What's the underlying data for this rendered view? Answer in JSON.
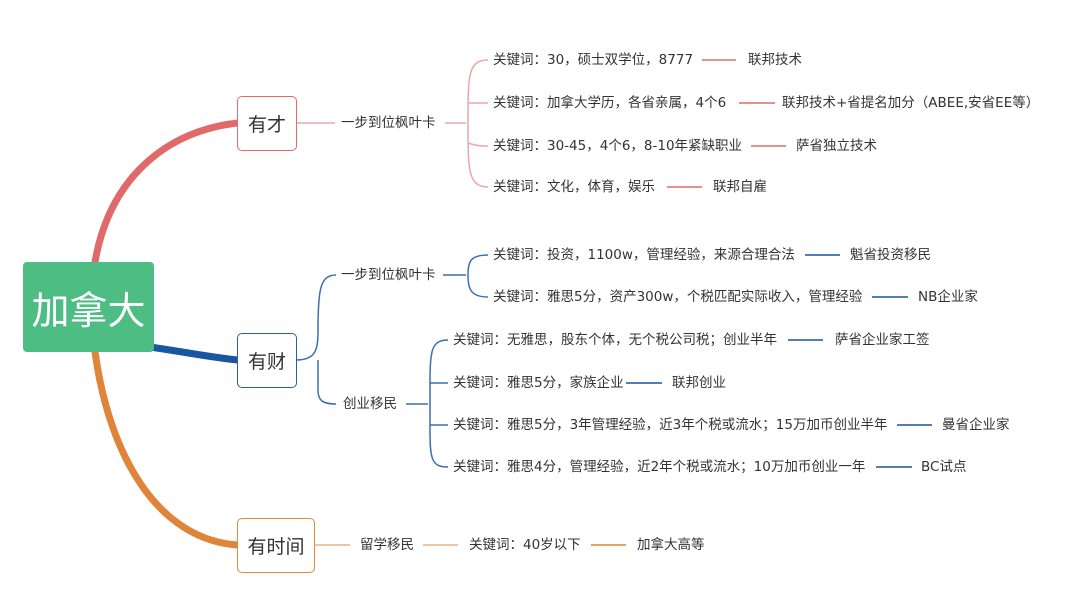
{
  "root": {
    "label": "加拿大"
  },
  "branches": [
    {
      "label": "有才",
      "color": "#e06a6a",
      "groups": [
        {
          "label": "一步到位枫叶卡",
          "items": [
            {
              "keywords": "关键词：30，硕士双学位，8777",
              "program": "联邦技术"
            },
            {
              "keywords": "关键词：加拿大学历，各省亲属，4个6",
              "program": "联邦技术+省提名加分（ABEE,安省EE等）"
            },
            {
              "keywords": "关键词：30-45，4个6，8-10年紧缺职业",
              "program": "萨省独立技术"
            },
            {
              "keywords": "关键词：文化，体育，娱乐",
              "program": "联邦自雇"
            }
          ]
        }
      ]
    },
    {
      "label": "有财",
      "color": "#1a55a0",
      "groups": [
        {
          "label": "一步到位枫叶卡",
          "items": [
            {
              "keywords": "关键词：投资，1100w，管理经验，来源合理合法",
              "program": "魁省投资移民"
            },
            {
              "keywords": "关键词：雅思5分，资产300w，个税匹配实际收入，管理经验",
              "program": "NB企业家"
            }
          ]
        },
        {
          "label": "创业移民",
          "items": [
            {
              "keywords": "关键词：无雅思，股东个体，无个税公司税；创业半年",
              "program": "萨省企业家工签"
            },
            {
              "keywords": "关键词：雅思5分，家族企业",
              "program": "联邦创业"
            },
            {
              "keywords": "关键词：雅思5分，3年管理经验，近3年个税或流水；15万加币创业半年",
              "program": "曼省企业家"
            },
            {
              "keywords": "关键词：雅思4分，管理经验，近2年个税或流水；10万加币创业一年",
              "program": "BC试点"
            }
          ]
        }
      ]
    },
    {
      "label": "有时间",
      "color": "#e0843a",
      "groups": [
        {
          "label": "留学移民",
          "items": [
            {
              "keywords": "关键词：40岁以下",
              "program": "加拿大高等"
            }
          ]
        }
      ]
    }
  ]
}
